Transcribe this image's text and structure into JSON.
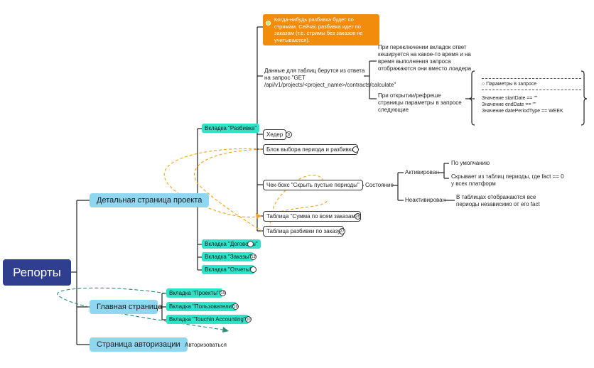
{
  "root": {
    "label": "Репорты"
  },
  "branches": {
    "project_detail": "Детальная страница проекта",
    "main_page": "Главная страница",
    "auth_page": "Страница авторизации"
  },
  "auth": {
    "action": "Авторизоваться"
  },
  "main_tabs": [
    {
      "label": "Вкладка \"Проекты\"",
      "badge": "15"
    },
    {
      "label": "Вкладка \"Пользователи\"",
      "badge": "16"
    },
    {
      "label": "Вкладка \"Touchin Accounting\"",
      "badge": "10"
    }
  ],
  "project_tabs": {
    "breakdown": "Вкладка \"Разбивка\"",
    "contracts": "Вкладка \"Договоры\"",
    "orders": {
      "label": "Вкладка \"Заказы\"",
      "badge": "13"
    },
    "reports": "Вкладка \"Отчеты\""
  },
  "breakdown": {
    "data_source": "Данные для таблиц берутся из ответа на запрос \"GET /api/v1/projects/<project_name>/contracts/calculate\"",
    "note": "Когда-нибудь разбивка будет по стримам. Сейчас разбивка идет по заказам (т.е. стримы без заказов не учитываются).",
    "header": {
      "label": "Хедер",
      "badge": "8"
    },
    "period_block": "Блок выбора периода и разбивки",
    "checkbox": "Чек-бокс \"Скрыть пустые периоды\"",
    "table_total": {
      "label": "Таблица \"Сумма по всем заказам\"",
      "badge": "28"
    },
    "table_orders": {
      "label": "Таблица разбивки по заказу",
      "badge": "27"
    }
  },
  "caching": {
    "tab_switch": "При переключении вкладок ответ кешируется на какое-то время и на время выполнения запроса отображаются они вместо лоадера",
    "refresh": "При открытии/рефреше страницы параметры в запросе следующие"
  },
  "params": {
    "title": "○ Параметры в запросе",
    "start": "Значение startDate == \"\"",
    "end": "Значение endDate == \"\"",
    "period": "Значение datePeriodType == WEEK"
  },
  "state": {
    "label": "Состояние",
    "active": "Активирован",
    "inactive": "Неактивирован",
    "default": "По умолчанию",
    "hides": "Скрывает из таблиц периоды, где fact == 0 у всех платформ",
    "shows_all": "В таблицах отображаются все периоды независимо от его fact"
  }
}
